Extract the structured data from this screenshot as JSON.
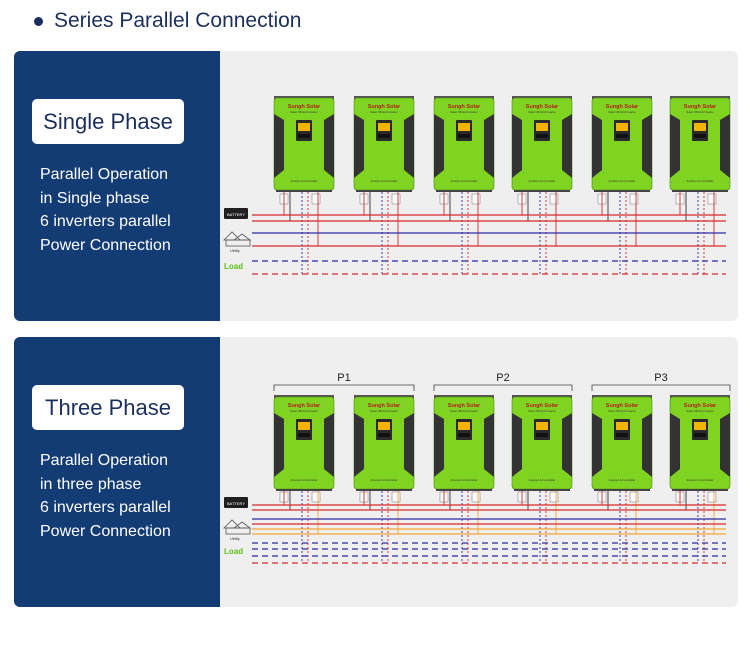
{
  "header": {
    "title": "Series Parallel Connection"
  },
  "panels": [
    {
      "badge": "Single Phase",
      "description": [
        "Parallel Operation",
        "in Single phase",
        "6 inverters parallel",
        "Power Connection"
      ]
    },
    {
      "badge": "Three Phase",
      "description": [
        "Parallel Operation",
        "in three phase",
        "6 inverters parallel",
        "Power Connection"
      ],
      "groups": [
        "P1",
        "P2",
        "P3"
      ]
    }
  ],
  "inverter": {
    "brand": "Sungh Solar",
    "subtitle": "Solar Off-Grid Inverter",
    "caption": "Inverter & Controller"
  },
  "diagram_labels": {
    "battery": "BATTERY",
    "utility": "Utility",
    "load": "Load"
  },
  "colors": {
    "panel_blue": "#133b74",
    "inverter_green": "#7fd321",
    "inverter_dark": "#333333",
    "battery_red": "#d62a2a",
    "ac_blue": "#2a2aa8",
    "ac_orange": "#f3a534",
    "load_label": "#5fbf1a"
  }
}
